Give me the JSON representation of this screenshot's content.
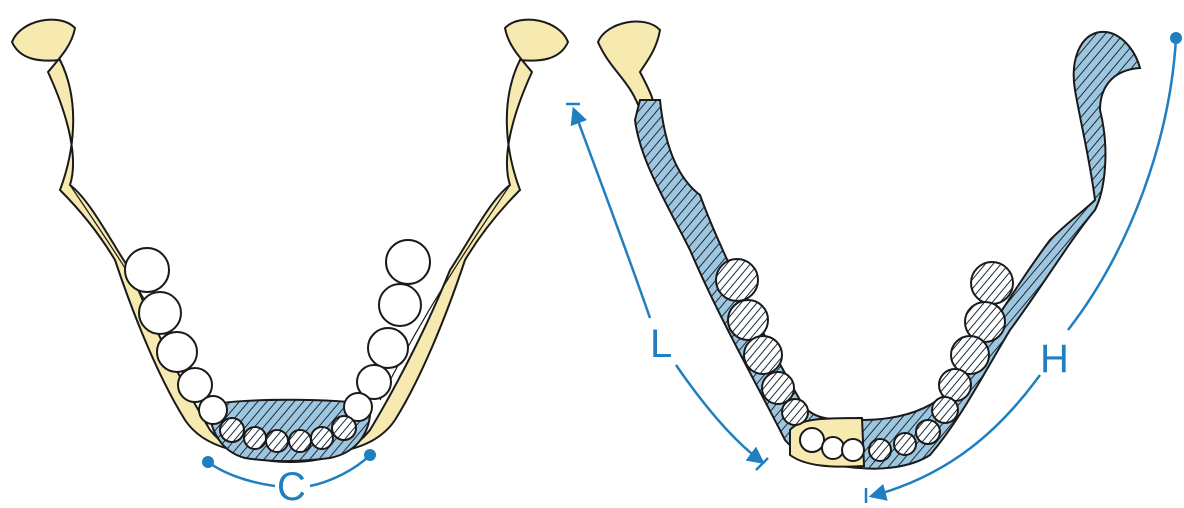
{
  "labels": {
    "c": "C",
    "l": "L",
    "h": "H"
  },
  "colors": {
    "bone": "#f6eab0",
    "resected": "#9fc6df",
    "hatch": "#1b2b3a",
    "outline": "#1a1a1a",
    "annotation": "#1f7fc0",
    "tooth": "#ffffff"
  },
  "panels": [
    {
      "id": "left",
      "description_name": "mandible-central-defect"
    },
    {
      "id": "right",
      "description_name": "mandible-lateral-defect"
    }
  ]
}
